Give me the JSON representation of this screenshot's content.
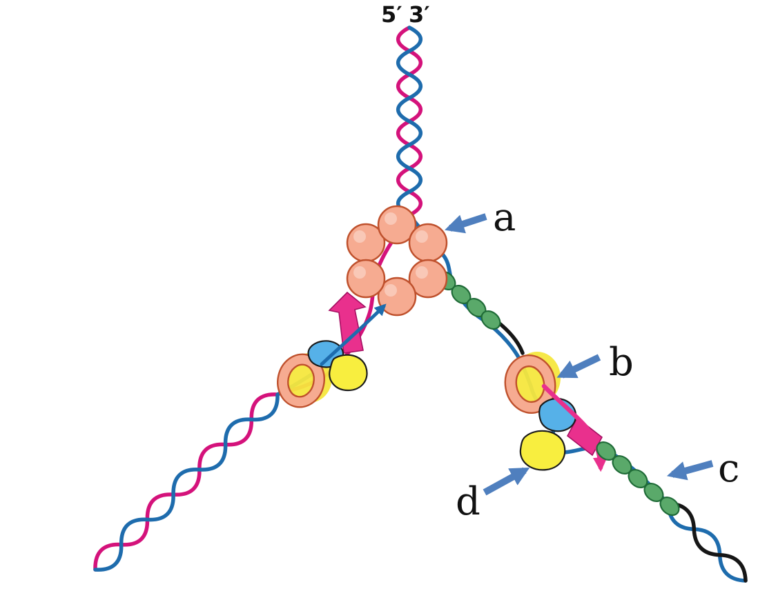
{
  "figure": {
    "five_prime_label": "5′",
    "three_prime_label": "3′",
    "callouts": {
      "a": "a",
      "b": "b",
      "c": "c",
      "d": "d"
    },
    "colors": {
      "strand_pink": "#d4127b",
      "strand_blue": "#1e6cad",
      "strand_black": "#161616",
      "protein_fill": "#f6ab91",
      "protein_stroke": "#bf512d",
      "bead_fill": "#5aa96a",
      "bead_stroke": "#1f6b37",
      "clamp_glow": "#f6e73e",
      "polymerase_yellow": "#f8ee3f",
      "polymerase_blue": "#56b1e8",
      "outline_dark": "#1b1b1b",
      "label_arrow": "#4f7fbe",
      "arrow_pink": "#e9308d",
      "label_text": "#111111",
      "background": "#ffffff"
    }
  }
}
